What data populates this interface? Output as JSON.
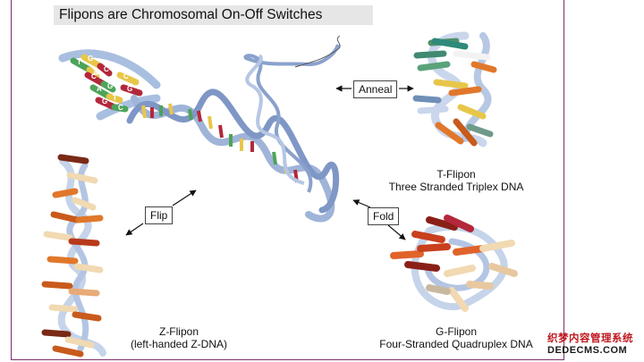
{
  "title": "Flipons are Chromosomal On-Off Switches",
  "callouts": {
    "anneal": "Anneal",
    "flip": "Flip",
    "fold": "Fold"
  },
  "structures": {
    "t_flipon": {
      "name": "T-Flipon",
      "desc": "Three Stranded Triplex DNA"
    },
    "z_flipon": {
      "name": "Z-Flipon",
      "desc": "(left-handed Z-DNA)"
    },
    "g_flipon": {
      "name": "G-Flipon",
      "desc": "Four-Stranded Quadruplex DNA"
    }
  },
  "base_letters": [
    "T",
    "A",
    "G",
    "C",
    "C",
    "G",
    "A",
    "T",
    "G",
    "C",
    "C",
    "G"
  ],
  "watermark": {
    "line1": "织梦内容管理系统",
    "line2": "DEDECMS.COM"
  },
  "colors": {
    "frame": "#7b2d6b",
    "backbone": "#a9bfe0",
    "base_green": "#4ea35a",
    "base_yellow": "#e8c64a",
    "base_red": "#b3283a",
    "orange": "#e1772b",
    "dark_red": "#8a1f18",
    "cream": "#f1d9b2",
    "watermark_red": "#c0191f"
  }
}
